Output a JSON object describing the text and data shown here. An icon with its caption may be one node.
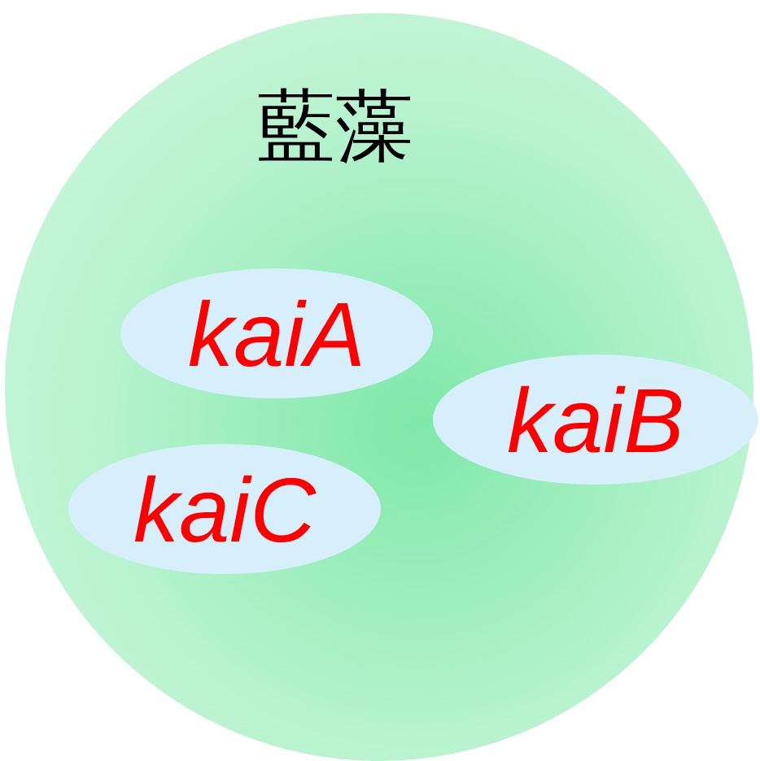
{
  "diagram": {
    "nodes": [
      {
        "text": [
          "藍藻"
        ]
      },
      {
        "text": [
          "kaiA"
        ],
        "in": 0
      },
      {
        "text": [
          "kaiB"
        ],
        "in": 0
      },
      {
        "text": [
          "kaiC"
        ],
        "in": 0
      }
    ],
    "edges": []
  }
}
